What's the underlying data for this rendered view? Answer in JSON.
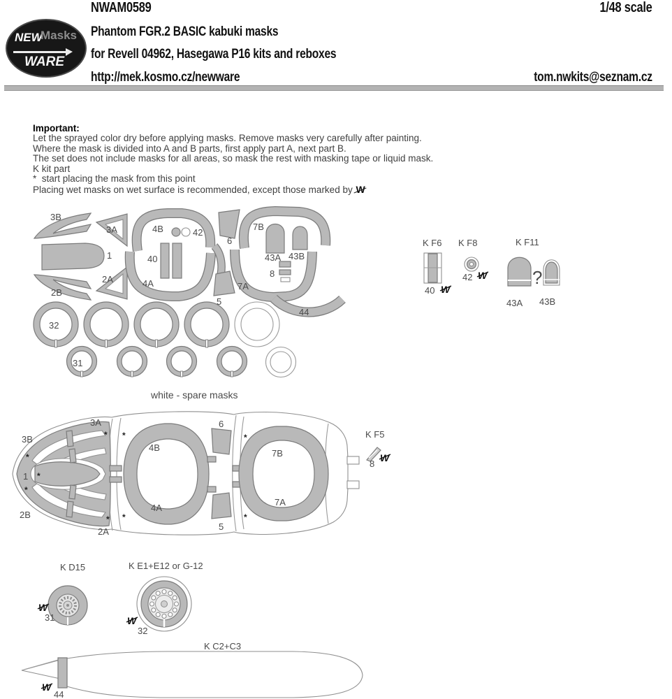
{
  "header": {
    "code": "NWAM0589",
    "scale": "1/48 scale",
    "title": "Phantom FGR.2 BASIC kabuki masks",
    "subtitle": "for Revell 04962, Hasegawa P16 kits and reboxes",
    "url": "http://mek.kosmo.cz/newware",
    "email": "tom.nwkits@seznam.cz",
    "logo": {
      "word1": "NEW",
      "word2": "Masks",
      "word3": "WARE"
    }
  },
  "notes": {
    "heading": "Important:",
    "lines": [
      "Let the sprayed color dry before applying masks. Remove masks very carefully after painting.",
      "Where the mask is divided into A and B parts, first apply part A, next part B.",
      "The set does not include masks for all areas, so mask the rest with masking tape or liquid mask.",
      "K kit part",
      "*  start placing the mask from this point",
      "Placing wet masks on wet surface is recommended, except those marked by"
    ]
  },
  "symbols": {
    "star": "*",
    "no_wet": "W",
    "question": "?"
  },
  "sheet_note": "white - spare masks",
  "parts": {
    "1": "1",
    "2A": "2A",
    "2B": "2B",
    "3A": "3A",
    "3B": "3B",
    "4A": "4A",
    "4B": "4B",
    "5": "5",
    "6": "6",
    "7A": "7A",
    "7B": "7B",
    "8": "8",
    "40": "40",
    "42": "42",
    "43A": "43A",
    "43B": "43B",
    "44": "44",
    "31": "31",
    "32": "32"
  },
  "kits": {
    "f6": "K F6",
    "f8": "K F8",
    "f11": "K F11",
    "f5": "K F5",
    "d15": "K D15",
    "e1": "K E1+E12 or G-12",
    "c2": "K C2+C3"
  },
  "colors": {
    "mask_fill": "#b9b9b9",
    "mask_stroke": "#7b7b7b",
    "label": "#4a4a4a"
  }
}
